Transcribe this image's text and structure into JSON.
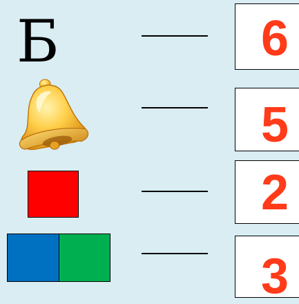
{
  "left_items": {
    "letter": "Б",
    "bell_icon": "bell-icon"
  },
  "colors": {
    "background": "#d9edf3",
    "number_color": "#ff3b1a",
    "red_square": "#ff0000",
    "blue_block": "#0070c0",
    "green_block": "#00b050"
  },
  "numbers": [
    "6",
    "5",
    "2",
    "3"
  ]
}
